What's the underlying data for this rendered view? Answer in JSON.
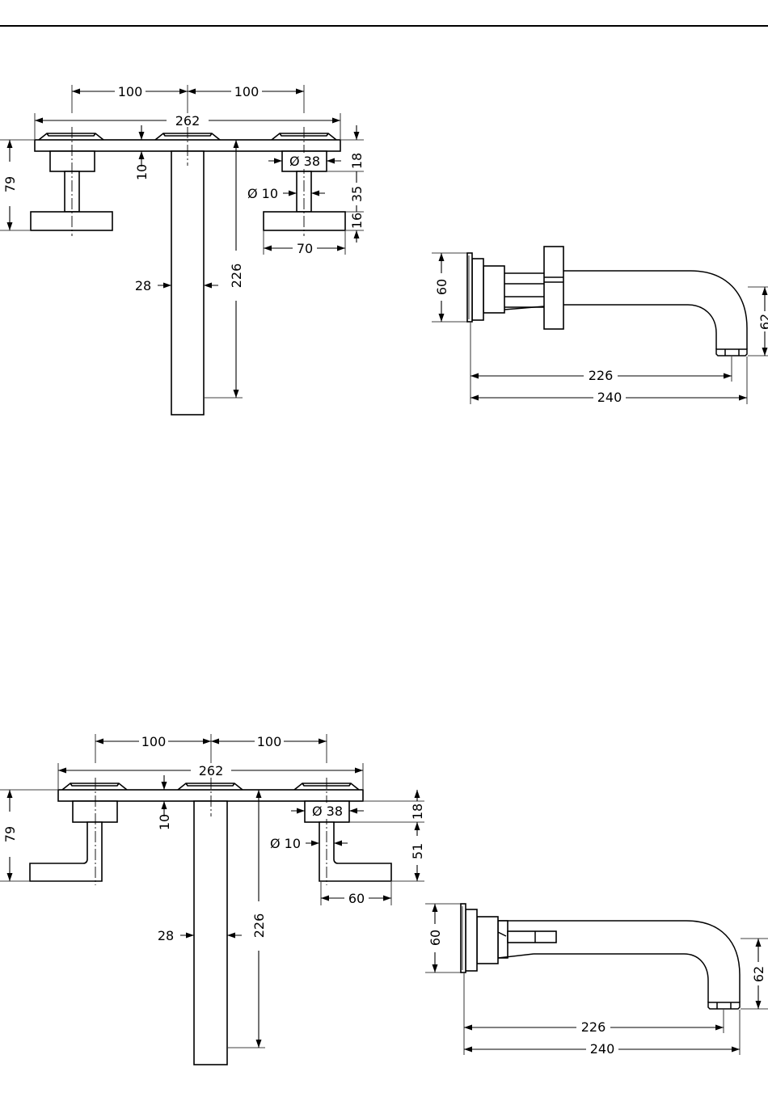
{
  "drawings": {
    "cross_handle": {
      "front_view": {
        "spacing_left": "100",
        "spacing_right": "100",
        "plate_width": "262",
        "overall_height": "79",
        "plate_thickness": "10",
        "spout_width": "28",
        "spout_projection": "226",
        "handle_base_diameter": "Ø 38",
        "handle_base_height": "18",
        "stem_diameter": "Ø 10",
        "stem_length": "35",
        "handle_thickness": "16",
        "handle_width": "70"
      },
      "side_view": {
        "plate_height": "60",
        "spout_drop": "62",
        "outlet_distance": "226",
        "total_length": "240"
      }
    },
    "lever_handle": {
      "front_view": {
        "spacing_left": "100",
        "spacing_right": "100",
        "plate_width": "262",
        "overall_height": "79",
        "plate_thickness": "10",
        "spout_width": "28",
        "spout_projection": "226",
        "handle_base_diameter": "Ø 38",
        "handle_base_height": "18",
        "stem_diameter": "Ø 10",
        "lever_height": "51",
        "lever_length": "60"
      },
      "side_view": {
        "plate_height": "60",
        "spout_drop": "62",
        "outlet_distance": "226",
        "total_length": "240"
      }
    }
  }
}
